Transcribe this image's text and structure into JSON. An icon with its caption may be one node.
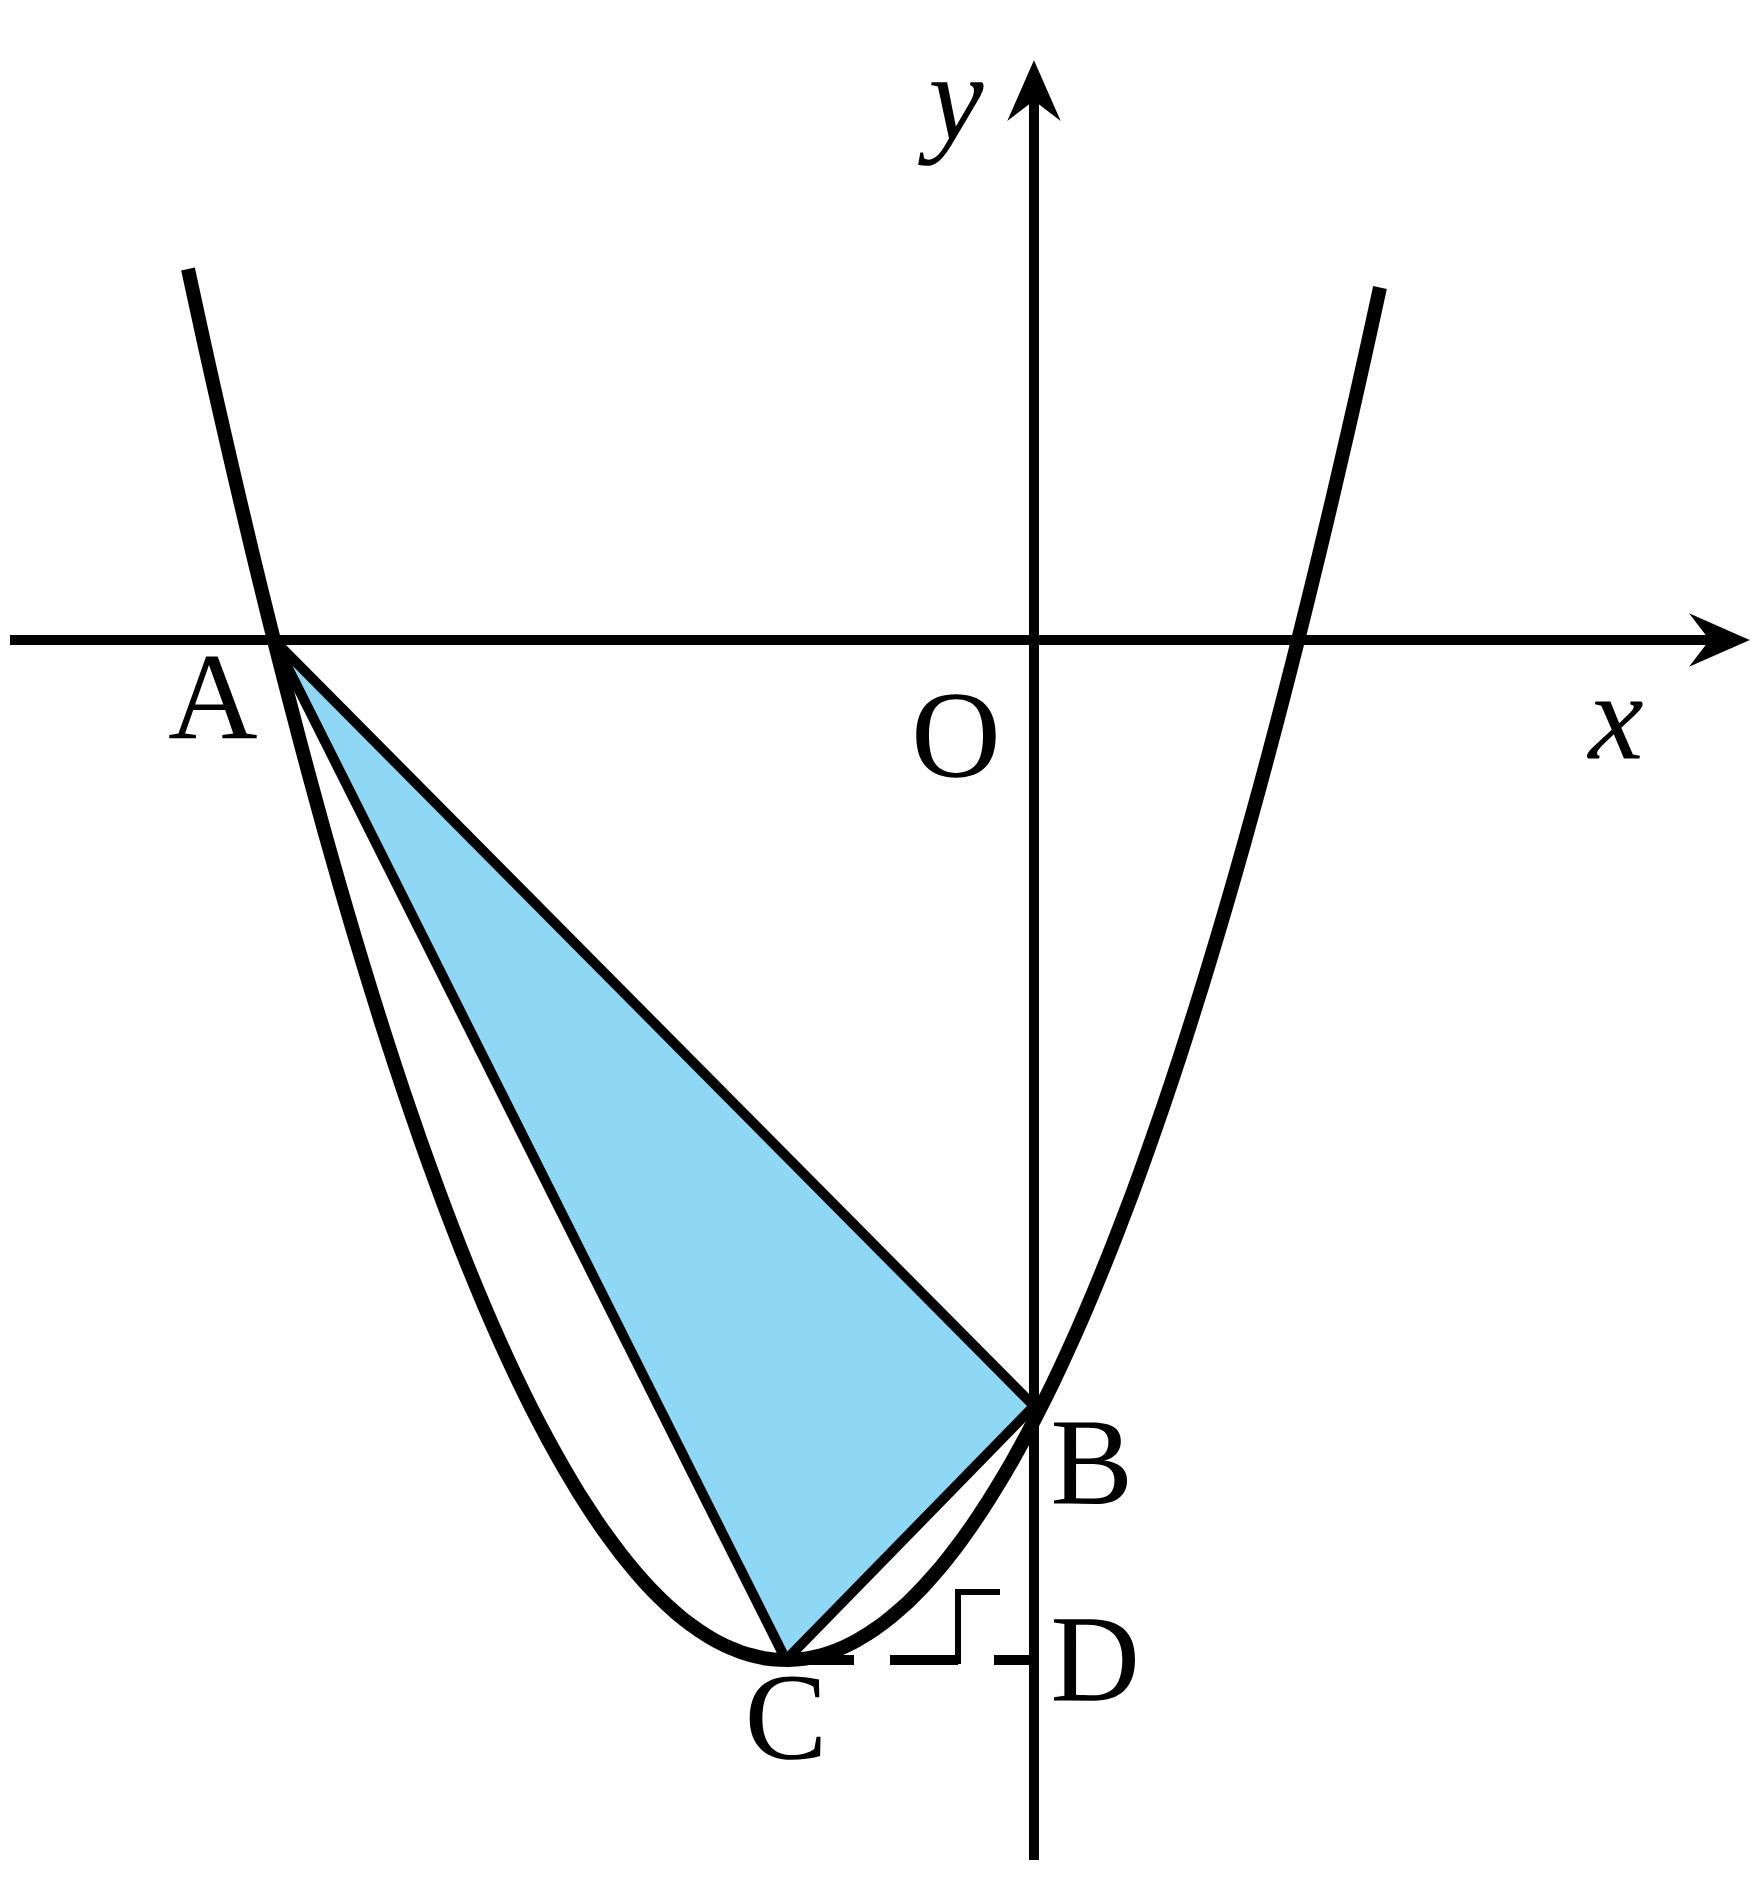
{
  "diagram": {
    "nodes": [
      {
        "text": [
          "A"
        ]
      },
      {
        "text": [
          "B"
        ]
      },
      {
        "text": [
          "C"
        ]
      },
      {
        "text": [
          "D"
        ]
      }
    ],
    "edges": [
      {
        "from": 0,
        "to": 1,
        "arrow": "none"
      },
      {
        "from": 0,
        "to": 2,
        "arrow": "none"
      },
      {
        "from": 1,
        "to": 2,
        "arrow": "none"
      },
      {
        "from": 2,
        "to": 3,
        "arrow": "none",
        "style": "dashed"
      }
    ],
    "labels": [
      "O",
      "x",
      "y"
    ]
  }
}
